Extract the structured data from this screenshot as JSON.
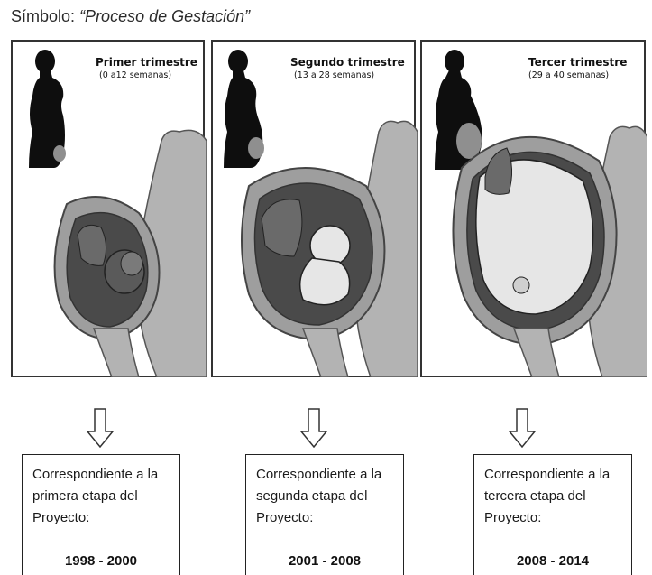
{
  "title": {
    "label": "Símbolo:",
    "name": "“Proceso de Gestación”"
  },
  "panels": [
    {
      "title": "Primer trimestre",
      "weeks": "(0 a12 semanas)"
    },
    {
      "title": "Segundo trimestre",
      "weeks": "(13 a 28 semanas)"
    },
    {
      "title": "Tercer trimestre",
      "weeks": "(29 a 40 semanas)"
    }
  ],
  "stages": [
    {
      "text": "Correspondiente a la primera etapa del Proyecto:",
      "period": "1998 - 2000"
    },
    {
      "text": "Correspondiente a la segunda etapa del Proyecto:",
      "period": "2001 - 2008"
    },
    {
      "text": "Correspondiente a la tercera etapa del Proyecto:",
      "period": "2008 - 2014"
    }
  ],
  "colors": {
    "silhouette": "#0e0e0e",
    "belly_glow": "#8f8f8f",
    "body_light": "#b3b3b3",
    "uterus_dark": "#4a4a4a",
    "uterus_mid": "#6a6a6a",
    "fetus": "#e6e6e6",
    "border": "#333333"
  }
}
